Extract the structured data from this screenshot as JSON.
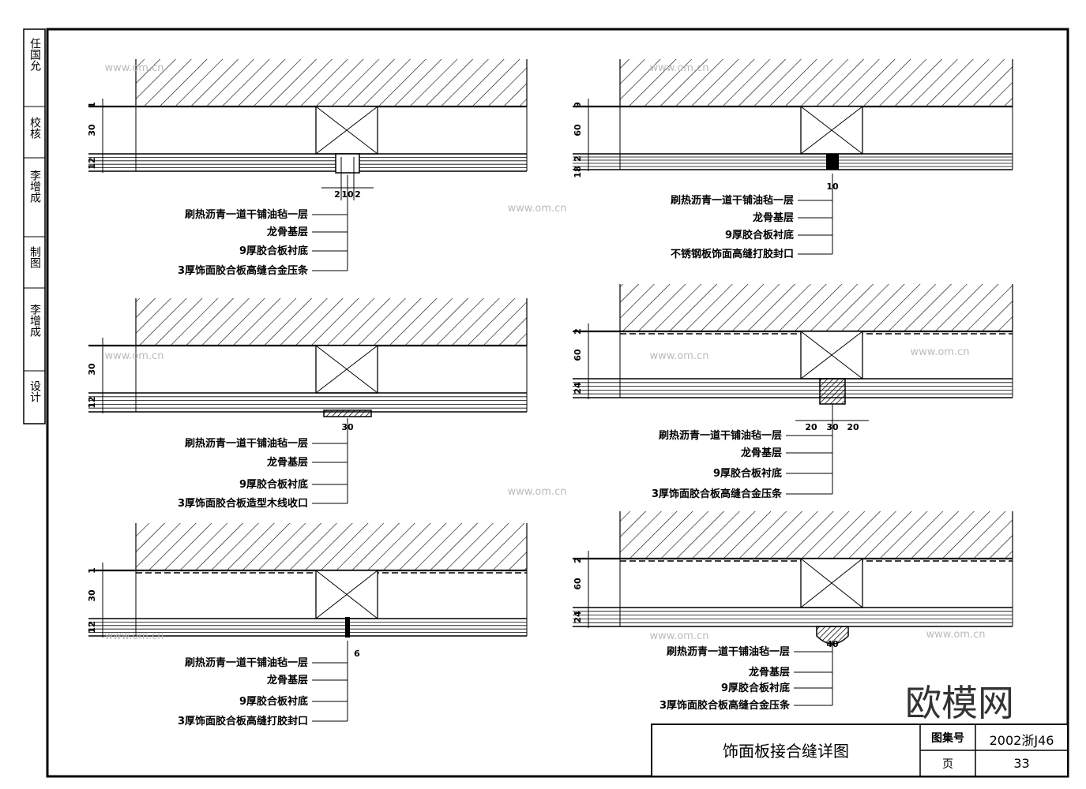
{
  "title_block": {
    "drawing_title": "饰面板接合缝详图",
    "atlas_label": "图集号",
    "atlas_number": "2002浙J46",
    "page_label": "页",
    "page_number": "33"
  },
  "signature_column": [
    {
      "role": "任国允"
    },
    {
      "role": "校核"
    },
    {
      "role": "李增成"
    },
    {
      "role": "制图"
    },
    {
      "role": "李增成"
    },
    {
      "role": "设计"
    }
  ],
  "details": [
    {
      "id": "d1",
      "dims_left": [
        "1",
        "30",
        "12"
      ],
      "dims_bottom": [
        "2",
        "10",
        "2"
      ],
      "labels": [
        "刷热沥青一道干铺油毡一层",
        "龙骨基层",
        "9厚胶合板衬底",
        "3厚饰面胶合板高缝合金压条"
      ]
    },
    {
      "id": "d2",
      "dims_left": [
        "9",
        "60",
        "2",
        "18"
      ],
      "dims_bottom": [
        "10"
      ],
      "labels": [
        "刷热沥青一道干铺油毡一层",
        "龙骨基层",
        "9厚胶合板衬底",
        "不锈钢板饰面高缝打胶封口"
      ]
    },
    {
      "id": "d3",
      "dims_left": [
        "30",
        "12"
      ],
      "dims_bottom": [
        "30"
      ],
      "labels": [
        "刷热沥青一道干铺油毡一层",
        "龙骨基层",
        "9厚胶合板衬底",
        "3厚饰面胶合板造型木线收口"
      ]
    },
    {
      "id": "d4",
      "dims_left": [
        "2",
        "60",
        "24"
      ],
      "dims_bottom": [
        "20",
        "30",
        "20"
      ],
      "labels": [
        "刷热沥青一道干铺油毡一层",
        "龙骨基层",
        "9厚胶合板衬底",
        "3厚饰面胶合板高缝合金压条"
      ]
    },
    {
      "id": "d5",
      "dims_left": [
        "1",
        "30",
        "12"
      ],
      "dims_bottom": [
        "6"
      ],
      "labels": [
        "刷热沥青一道干铺油毡一层",
        "龙骨基层",
        "9厚胶合板衬底",
        "3厚饰面胶合板高缝打胶封口"
      ]
    },
    {
      "id": "d6",
      "dims_left": [
        "2",
        "60",
        "24"
      ],
      "dims_bottom": [
        "40"
      ],
      "labels": [
        "刷热沥青一道干铺油毡一层",
        "龙骨基层",
        "9厚胶合板衬底",
        "3厚饰面胶合板高缝合金压条"
      ]
    }
  ],
  "watermark": {
    "brand": "欧模网",
    "url": "www.om.cn"
  },
  "colors": {
    "ink": "#000000",
    "paper": "#ffffff",
    "watermark": "#bbbbbb"
  }
}
